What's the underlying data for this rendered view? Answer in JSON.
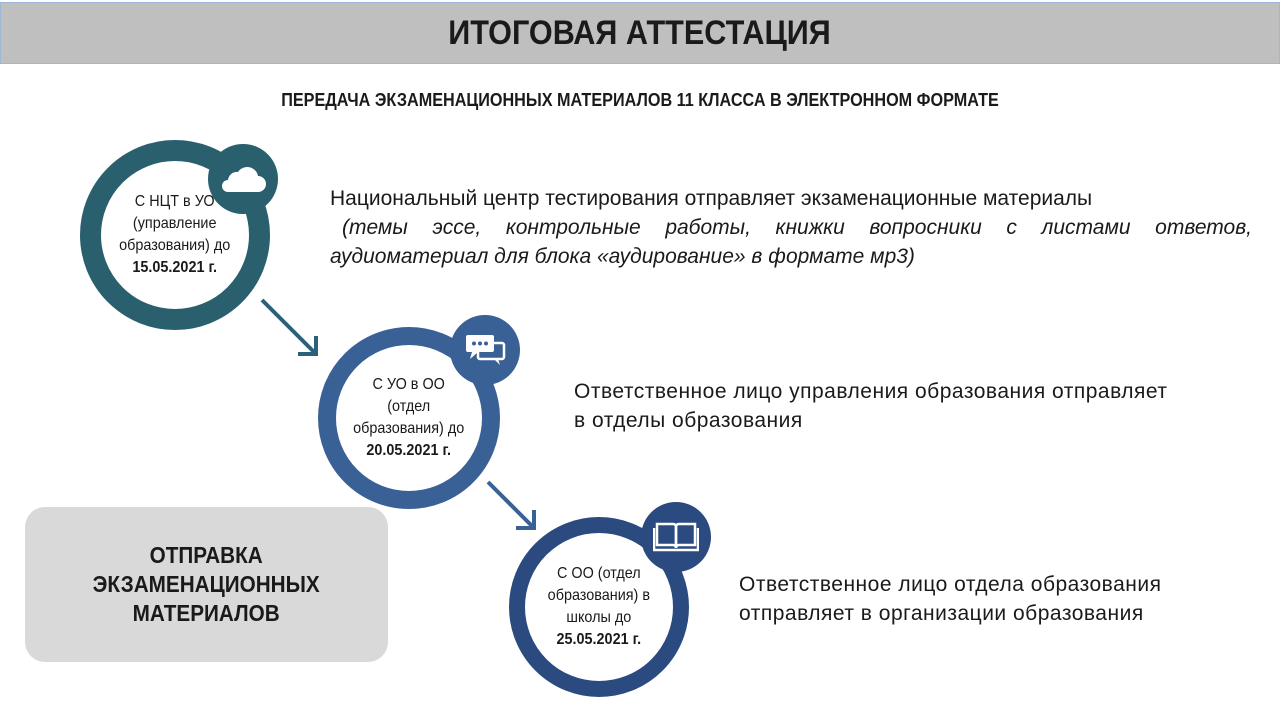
{
  "header": {
    "title": "ИТОГОВАЯ АТТЕСТАЦИЯ"
  },
  "subtitle": "ПЕРЕДАЧА  ЭКЗАМЕНАЦИОННЫХ МАТЕРИАЛОВ  11 КЛАССА В ЭЛЕКТРОННОМ ФОРМАТЕ",
  "steps": [
    {
      "line1": "С НЦТ в УО",
      "line2": "(управление",
      "line3": "образования) до",
      "date": "15.05.2021 г.",
      "icon": "cloud-icon",
      "color": "#2a5f6e",
      "desc_main": "Национальный  центр тестирования отправляет экзаменационные материалы",
      "desc_italic": "(темы эссе, контрольные работы, книжки вопросники с листами ответов, аудиоматериал для блока «аудирование» в формате мр3)"
    },
    {
      "line1": "С УО в ОО",
      "line2": "(отдел",
      "line3": "образования) до",
      "date": "20.05.2021 г.",
      "icon": "chat-icon",
      "color": "#3a6196",
      "desc_line1": "Ответственное лицо управления  образования отправляет",
      "desc_line2": "в отделы образования"
    },
    {
      "line1": "С ОО (отдел",
      "line2": "образования) в",
      "line3": "школы до",
      "date": "25.05.2021 г.",
      "icon": "book-icon",
      "color": "#2b4a80",
      "desc_line1": "Ответственное лицо отдела  образования",
      "desc_line2": "отправляет в организации образования"
    }
  ],
  "side_box": {
    "line1": "ОТПРАВКА",
    "line2": "ЭКЗАМЕНАЦИОННЫХ",
    "line3": "МАТЕРИАЛОВ"
  }
}
